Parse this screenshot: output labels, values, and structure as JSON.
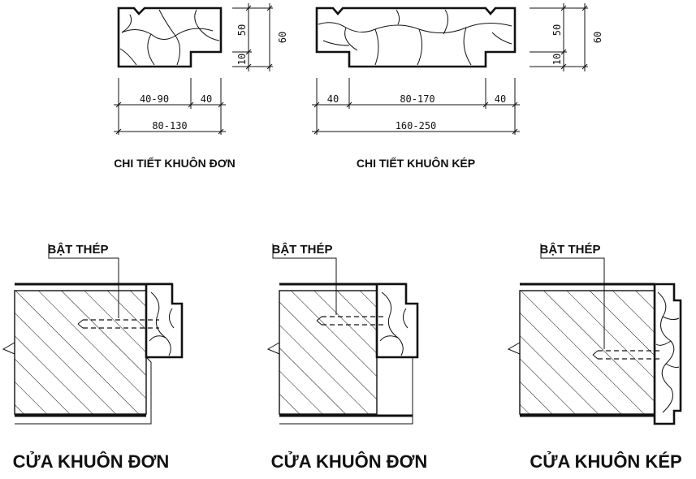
{
  "details": {
    "single": {
      "caption": "CHI TIẾT KHUÔN ĐƠN",
      "dim_inner": "40-90",
      "dim_rebate": "40",
      "dim_total": "80-130",
      "dim_height_top": "50",
      "dim_height_bottom": "10",
      "dim_height_total": "60"
    },
    "double": {
      "caption": "CHI TIẾT KHUÔN KÉP",
      "dim_left": "40",
      "dim_inner": "80-170",
      "dim_right": "40",
      "dim_total": "160-250",
      "dim_height_top": "50",
      "dim_height_bottom": "10",
      "dim_height_total": "60"
    }
  },
  "sections": [
    {
      "caption": "CỬA KHUÔN ĐƠN",
      "callout": "BẬT THÉP"
    },
    {
      "caption": "CỬA KHUÔN ĐƠN",
      "callout": "BẬT THÉP"
    },
    {
      "caption": "CỬA KHUÔN KÉP",
      "callout": "BẬT THÉP"
    }
  ]
}
